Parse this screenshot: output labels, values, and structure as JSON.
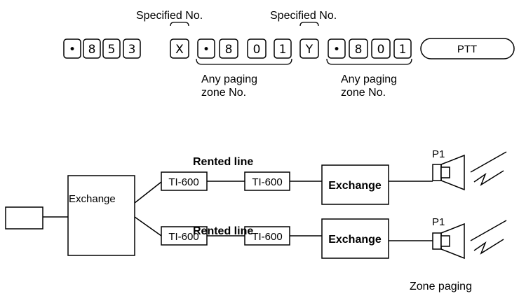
{
  "annotations": {
    "specified_1": "Specified No.",
    "specified_2": "Specified No.",
    "any_paging_1_line1": "Any paging",
    "any_paging_1_line2": "zone No.",
    "any_paging_2_line1": "Any paging",
    "any_paging_2_line2": "zone No."
  },
  "keys": [
    "•",
    "8",
    "5",
    "3",
    "X",
    "•",
    "8",
    "0",
    "1",
    "Y",
    "•",
    "8",
    "0",
    "1"
  ],
  "ptt_label": "PTT",
  "network": {
    "exchange_main": "Exchange",
    "top_path": {
      "rented_line": "Rented line",
      "ti_a": "TI-600",
      "ti_b": "TI-600",
      "exchange": "Exchange",
      "speaker": "P1"
    },
    "bottom_path": {
      "rented_line": "Rented line",
      "ti_a": "TI-600",
      "ti_b": "TI-600",
      "exchange": "Exchange",
      "speaker": "P1"
    },
    "caption": "Zone paging"
  }
}
